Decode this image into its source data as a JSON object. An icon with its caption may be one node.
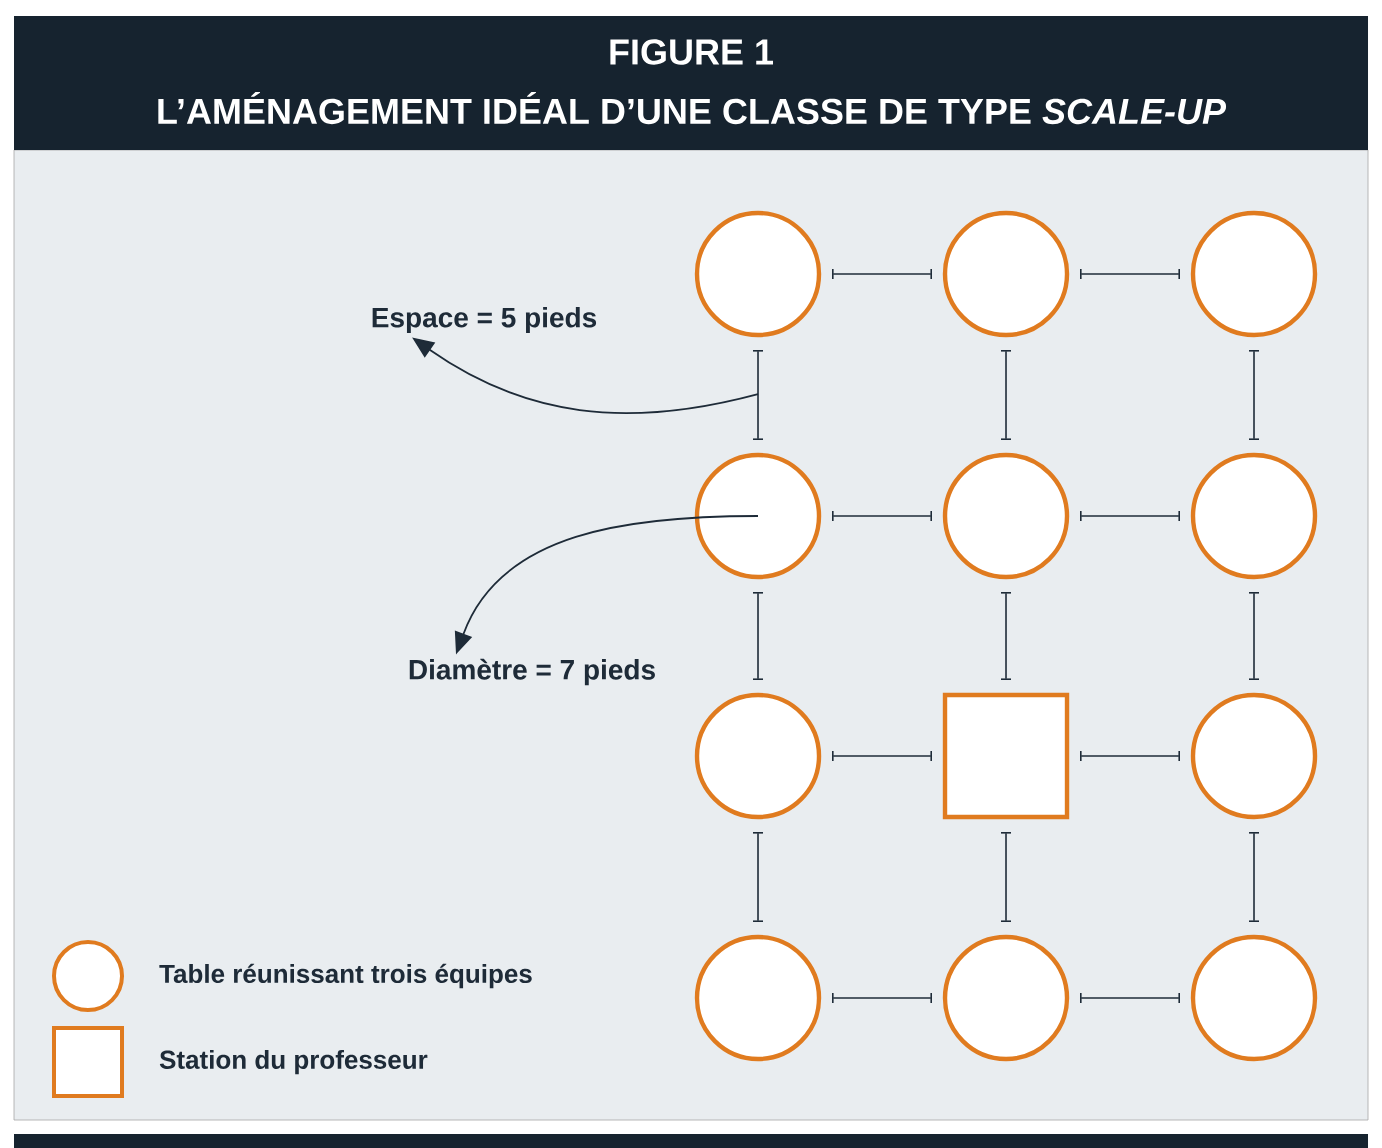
{
  "diagram": {
    "title": "L’AMÉNAGEMENT IDÉAL D’UNE CLASSE DE TYPE *SCALE-UP*",
    "nodes": [
      {
        "text": [],
        "shape": "circle"
      },
      {
        "text": [],
        "shape": "circle"
      },
      {
        "text": [],
        "shape": "circle"
      },
      {
        "text": [],
        "shape": "circle"
      },
      {
        "text": [],
        "shape": "circle"
      },
      {
        "text": [],
        "shape": "circle"
      },
      {
        "text": [],
        "shape": "circle"
      },
      {
        "text": [],
        "shape": "box"
      },
      {
        "text": [],
        "shape": "circle"
      },
      {
        "text": [],
        "shape": "circle"
      },
      {
        "text": [],
        "shape": "circle"
      },
      {
        "text": [],
        "shape": "circle"
      },
      {
        "text": [
          "Espace = 5 pieds"
        ]
      },
      {
        "text": [
          "Diamètre = 7 pieds"
        ]
      }
    ],
    "edges": [
      {
        "from": null,
        "to": 12,
        "arrow": "to"
      },
      {
        "from": 3,
        "to": 13,
        "arrow": "to"
      }
    ],
    "labels": [
      "FIGURE 1"
    ],
    "legend": [
      {
        "text": "Table réunissant trois équipes"
      },
      {
        "text": "Station du professeur"
      }
    ]
  }
}
